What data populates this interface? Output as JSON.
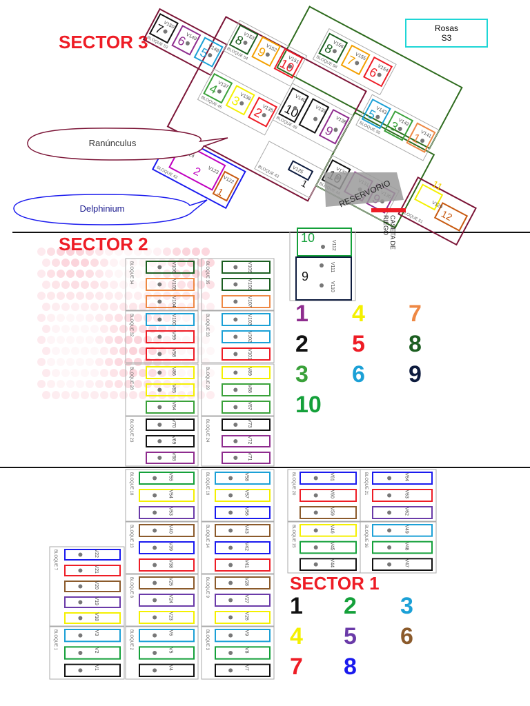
{
  "sectors": {
    "s3": "SECTOR 3",
    "s2": "SECTOR 2",
    "s1": "SECTOR 1"
  },
  "callouts": {
    "rosas": "Rosas\nS3",
    "ranunculus": "Ranúnculus",
    "delphinium": "Delphinium"
  },
  "labels": {
    "reservorio": "RESERVORIO",
    "caseta": "CASETA DE\nRIEGO"
  },
  "colors": {
    "c1": "#8e2c8e",
    "c2": "#111111",
    "c3": "#3aa13a",
    "c4": "#f4f000",
    "c5": "#ee1c25",
    "c6": "#1ba0d6",
    "c7": "#ee8844",
    "c8": "#1b5e20",
    "c9": "#0d1b3e",
    "c10": "#14a03a",
    "s1_1": "#111111",
    "s1_2": "#14a03a",
    "s1_3": "#1ba0d6",
    "s1_4": "#f4f000",
    "s1_5": "#6a3aa8",
    "s1_6": "#8b5a2b",
    "s1_7": "#ee1c25",
    "s1_8": "#1a1aee",
    "s3_maroon": "#7b1436",
    "s3_green": "#2e6b1e",
    "s3_cyan": "#1ed6d6"
  },
  "legend_s2": [
    {
      "num": "1",
      "color": "#8e2c8e"
    },
    {
      "num": "4",
      "color": "#f4f000"
    },
    {
      "num": "7",
      "color": "#ee8844"
    },
    {
      "num": "2",
      "color": "#111111"
    },
    {
      "num": "5",
      "color": "#ee1c25"
    },
    {
      "num": "8",
      "color": "#1b5e20"
    },
    {
      "num": "3",
      "color": "#3aa13a"
    },
    {
      "num": "6",
      "color": "#1ba0d6"
    },
    {
      "num": "9",
      "color": "#0d1b3e"
    },
    {
      "num": "10",
      "color": "#14a03a"
    }
  ],
  "legend_s1": [
    {
      "num": "1",
      "color": "#111111"
    },
    {
      "num": "2",
      "color": "#14a03a"
    },
    {
      "num": "3",
      "color": "#1ba0d6"
    },
    {
      "num": "4",
      "color": "#f4f000"
    },
    {
      "num": "5",
      "color": "#6a3aa8"
    },
    {
      "num": "6",
      "color": "#8b5a2b"
    },
    {
      "num": "7",
      "color": "#ee1c25"
    },
    {
      "num": "8",
      "color": "#1a1aee"
    }
  ],
  "s2_blocks": [
    {
      "name": "BLOQUE 34",
      "rows": [
        {
          "v": "V106",
          "color": "#1b5e20"
        },
        {
          "v": "V105",
          "color": "#ee8844"
        },
        {
          "v": "V104",
          "color": "#ee8844"
        }
      ]
    },
    {
      "name": "BLOQUE 35",
      "rows": [
        {
          "v": "V109",
          "color": "#1b5e20"
        },
        {
          "v": "V108",
          "color": "#1b5e20"
        },
        {
          "v": "V107",
          "color": "#ee8844"
        }
      ]
    },
    {
      "name": "BLOQUE 32",
      "rows": [
        {
          "v": "V100",
          "color": "#1ba0d6"
        },
        {
          "v": "V99",
          "color": "#ee1c25"
        },
        {
          "v": "V98",
          "color": "#ee1c25"
        }
      ]
    },
    {
      "name": "BLOQUE 33",
      "rows": [
        {
          "v": "V103",
          "color": "#1ba0d6"
        },
        {
          "v": "V102",
          "color": "#1ba0d6"
        },
        {
          "v": "V101",
          "color": "#ee1c25"
        }
      ]
    },
    {
      "name": "BLOQUE 28",
      "rows": [
        {
          "v": "V86",
          "color": "#f4f000"
        },
        {
          "v": "V85",
          "color": "#f4f000"
        },
        {
          "v": "V84",
          "color": "#3aa13a"
        }
      ]
    },
    {
      "name": "BLOQUE 29",
      "rows": [
        {
          "v": "V89",
          "color": "#f4f000"
        },
        {
          "v": "V88",
          "color": "#3aa13a"
        },
        {
          "v": "V87",
          "color": "#3aa13a"
        }
      ]
    },
    {
      "name": "BLOQUE 23",
      "rows": [
        {
          "v": "V70",
          "color": "#111111"
        },
        {
          "v": "V69",
          "color": "#111111"
        },
        {
          "v": "V68",
          "color": "#8e2c8e"
        }
      ]
    },
    {
      "name": "BLOQUE 24",
      "rows": [
        {
          "v": "V73",
          "color": "#111111"
        },
        {
          "v": "V72",
          "color": "#8e2c8e"
        },
        {
          "v": "V71",
          "color": "#8e2c8e"
        }
      ]
    }
  ],
  "s2_extra": [
    {
      "v": "V112",
      "num": "10",
      "color": "#14a03a"
    },
    {
      "v": "V111",
      "num": "",
      "color": "#0d1b3e"
    },
    {
      "v": "V110",
      "num": "9",
      "color": "#0d1b3e"
    }
  ],
  "s1_left": [
    {
      "name": "BLOQUE 18",
      "rows": [
        {
          "v": "V55",
          "color": "#14a03a"
        },
        {
          "v": "V54",
          "color": "#f4f000"
        },
        {
          "v": "V53",
          "color": "#6a3aa8"
        }
      ]
    },
    {
      "name": "BLOQUE 19",
      "rows": [
        {
          "v": "V58",
          "color": "#1ba0d6"
        },
        {
          "v": "V57",
          "color": "#f4f000"
        },
        {
          "v": "V56",
          "color": "#1a1aee"
        }
      ]
    },
    {
      "name": "BLOQUE 13",
      "rows": [
        {
          "v": "V40",
          "color": "#8b5a2b"
        },
        {
          "v": "V39",
          "color": "#1a1aee"
        },
        {
          "v": "V38",
          "color": "#ee1c25"
        }
      ]
    },
    {
      "name": "BLOQUE 14",
      "rows": [
        {
          "v": "V43",
          "color": "#8b5a2b"
        },
        {
          "v": "V42",
          "color": "#1a1aee"
        },
        {
          "v": "V41",
          "color": "#ee1c25"
        }
      ]
    },
    {
      "name": "BLOQUE 8",
      "rows": [
        {
          "v": "V25",
          "color": "#8b5a2b"
        },
        {
          "v": "V24",
          "color": "#6a3aa8"
        },
        {
          "v": "V23",
          "color": "#f4f000"
        }
      ]
    },
    {
      "name": "BLOQUE 9",
      "rows": [
        {
          "v": "V28",
          "color": "#8b5a2b"
        },
        {
          "v": "V27",
          "color": "#6a3aa8"
        },
        {
          "v": "V26",
          "color": "#f4f000"
        }
      ]
    },
    {
      "name": "BLOQUE 2",
      "rows": [
        {
          "v": "V6",
          "color": "#1ba0d6"
        },
        {
          "v": "V5",
          "color": "#14a03a"
        },
        {
          "v": "V4",
          "color": "#111111"
        }
      ]
    },
    {
      "name": "BLOQUE 3",
      "rows": [
        {
          "v": "V9",
          "color": "#1ba0d6"
        },
        {
          "v": "V8",
          "color": "#14a03a"
        },
        {
          "v": "V7",
          "color": "#111111"
        }
      ]
    }
  ],
  "s1_b7": {
    "name": "BLOQUE 7",
    "rows": [
      {
        "v": "V22",
        "color": "#1a1aee"
      },
      {
        "v": "V21",
        "color": "#ee1c25"
      },
      {
        "v": "V20",
        "color": "#8b5a2b"
      },
      {
        "v": "V19",
        "color": "#6a3aa8"
      },
      {
        "v": "V18",
        "color": "#f4f000"
      }
    ]
  },
  "s1_b1": {
    "name": "BLOQUE 1",
    "rows": [
      {
        "v": "V3",
        "color": "#1ba0d6"
      },
      {
        "v": "V2",
        "color": "#14a03a"
      },
      {
        "v": "V1",
        "color": "#111111"
      }
    ]
  },
  "s1_right": [
    {
      "name": "BLOQUE 20",
      "rows": [
        {
          "v": "V61",
          "color": "#1a1aee"
        },
        {
          "v": "V60",
          "color": "#ee1c25"
        },
        {
          "v": "V59",
          "color": "#8b5a2b"
        }
      ]
    },
    {
      "name": "BLOQUE 21",
      "rows": [
        {
          "v": "V64",
          "color": "#1a1aee"
        },
        {
          "v": "V63",
          "color": "#ee1c25"
        },
        {
          "v": "V62",
          "color": "#6a3aa8"
        }
      ]
    },
    {
      "name": "BLOQUE 15",
      "rows": [
        {
          "v": "V46",
          "color": "#f4f000"
        },
        {
          "v": "V45",
          "color": "#14a03a"
        },
        {
          "v": "V44",
          "color": "#111111"
        }
      ]
    },
    {
      "name": "BLOQUE 16",
      "rows": [
        {
          "v": "V49",
          "color": "#1ba0d6"
        },
        {
          "v": "V48",
          "color": "#14a03a"
        },
        {
          "v": "V47",
          "color": "#111111"
        }
      ]
    }
  ],
  "s3_blocks": [
    {
      "name": "BLOQUE 53",
      "rows": [
        {
          "v": "V150",
          "num": "7",
          "color": "#111111"
        },
        {
          "v": "V149",
          "num": "6",
          "color": "#8e2c8e"
        },
        {
          "v": "V148",
          "num": "5",
          "color": "#1ba0d6"
        }
      ]
    },
    {
      "name": "BLOQUE 54",
      "rows": [
        {
          "v": "V153",
          "num": "8",
          "color": "#1b5e20"
        },
        {
          "v": "V152",
          "num": "9",
          "color": "#f4a000"
        },
        {
          "v": "V151",
          "num": "10",
          "color": "#ee1c25"
        }
      ]
    },
    {
      "name": "BLOQUE 58",
      "rows": [
        {
          "v": "V156",
          "num": "8",
          "color": "#1b5e20"
        },
        {
          "v": "V155",
          "num": "7",
          "color": "#f4a000"
        },
        {
          "v": "V154",
          "num": "6",
          "color": "#ee1c25"
        }
      ]
    },
    {
      "name": "BLOQUE 45",
      "rows": [
        {
          "v": "V137",
          "num": "4",
          "color": "#3aa13a"
        },
        {
          "v": "V136",
          "num": "3",
          "color": "#f4f000"
        },
        {
          "v": "V135",
          "num": "2",
          "color": "#ee1c25"
        }
      ]
    },
    {
      "name": "BLOQUE 48",
      "rows": [
        {
          "v": "V140",
          "num": "10",
          "color": "#111111"
        },
        {
          "v": "V139",
          "num": "",
          "color": "#111111"
        },
        {
          "v": "V138",
          "num": "9",
          "color": "#8e2c8e"
        }
      ]
    },
    {
      "name": "BLOQUE 50",
      "rows": [
        {
          "v": "V143",
          "num": "5",
          "color": "#1ba0d6"
        },
        {
          "v": "V142",
          "num": "3",
          "color": "#3aa13a"
        },
        {
          "v": "V141",
          "num": "1",
          "color": "#ee8844"
        }
      ]
    },
    {
      "name": "BLOQUE 44",
      "rows": [
        {
          "v": "V132",
          "num": "10",
          "color": "#111111"
        },
        {
          "v": "V131",
          "num": "",
          "color": "#8e2c8e"
        },
        {
          "v": "V130",
          "num": "9",
          "color": "#8e2c8e"
        }
      ]
    }
  ],
  "s3_misc": {
    "b43": "BLOQUE 43",
    "v125": "V125",
    "v125_num": "1",
    "b42": "BLOQUE 42",
    "v124": "V124",
    "v123": "V123",
    "v122": "V122",
    "d2": "2",
    "d1": "1",
    "b51": "BLOQUE 51",
    "v129": "V129",
    "n11": "11",
    "n12": "12"
  }
}
